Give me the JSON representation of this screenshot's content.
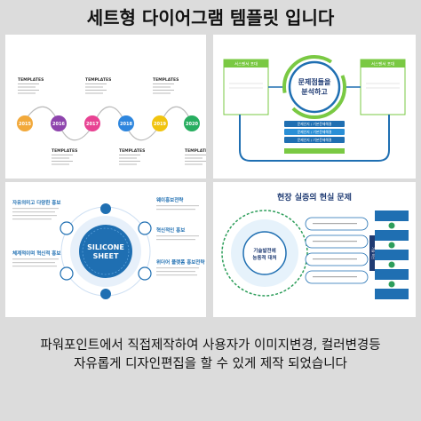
{
  "header": {
    "title": "세트형 다이어그램 템플릿 입니다"
  },
  "caption": {
    "line1": "파워포인트에서 직접제작하여 사용자가 이미지변경, 컬러변경등",
    "line2": "자유롭게 디자인편집을 할 수 있게 제작 되었습니다"
  },
  "panel1": {
    "heading": "TEMPLATES",
    "steps": [
      {
        "year": "2015",
        "color": "#f2a93b"
      },
      {
        "year": "2016",
        "color": "#8e44ad"
      },
      {
        "year": "2017",
        "color": "#e84393"
      },
      {
        "year": "2018",
        "color": "#2e86de"
      },
      {
        "year": "2019",
        "color": "#f1c40f"
      },
      {
        "year": "2020",
        "color": "#27ae60"
      }
    ]
  },
  "panel2": {
    "left_box": "서스펜서 포대",
    "right_box": "서스펜서 포대",
    "center_line1": "문제점들을",
    "center_line2": "분석하고",
    "bars": [
      "문제인지 / 기본문제해결",
      "문제인지 / 기본문제해결",
      "문제인지 / 기본문제해결"
    ],
    "accent_green": "#7ac943",
    "accent_blue": "#1f6fb2"
  },
  "panel3": {
    "center_line1": "SILICONE",
    "center_line2": "SHEET",
    "left_top_title": "자유의미고 다양한 홍보",
    "left_bottom_title": "체계적이며 혁신적 홍보",
    "right_top_title": "웨이홍보전략",
    "right_mid_title": "혁신적인 홍보",
    "right_bottom_title": "위더어 플랫폼 홍보전략",
    "accent": "#1f6fb2"
  },
  "panel4": {
    "title": "현장 실증의 현실 문제",
    "center_line1": "기술발전에",
    "center_line2": "능동적 대처",
    "right_label": "기술 혁신",
    "accent": "#1f6fb2",
    "accent_green": "#2e9e5b"
  }
}
